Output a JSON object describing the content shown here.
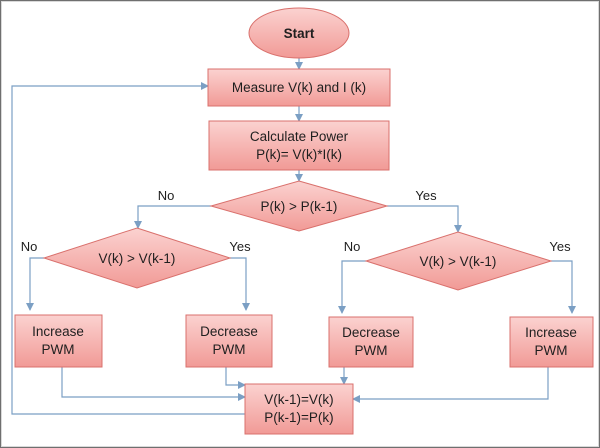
{
  "colors": {
    "shape_fill_light": "#fbd2d0",
    "shape_fill_dark": "#f19a96",
    "shape_stroke": "#d9706c",
    "connector": "#7b9fc4",
    "text": "#1f1f1f"
  },
  "nodes": {
    "start": {
      "label": "Start"
    },
    "measure": {
      "label": "Measure V(k) and I (k)"
    },
    "calculate": {
      "line1": "Calculate Power",
      "line2": "P(k)= V(k)*I(k)"
    },
    "power_check": {
      "label": "P(k) > P(k-1)"
    },
    "left_voltage_check": {
      "label": "V(k) > V(k-1)"
    },
    "right_voltage_check": {
      "label": "V(k) > V(k-1)"
    },
    "left_increase": {
      "line1": "Increase",
      "line2": "PWM"
    },
    "left_decrease": {
      "line1": "Decrease",
      "line2": "PWM"
    },
    "right_decrease": {
      "line1": "Decrease",
      "line2": "PWM"
    },
    "right_increase": {
      "line1": "Increase",
      "line2": "PWM"
    },
    "update": {
      "line1": "V(k-1)=V(k)",
      "line2": "P(k-1)=P(k)"
    }
  },
  "edge_labels": {
    "power_no": "No",
    "power_yes": "Yes",
    "left_no": "No",
    "left_yes": "Yes",
    "right_no": "No",
    "right_yes": "Yes"
  }
}
